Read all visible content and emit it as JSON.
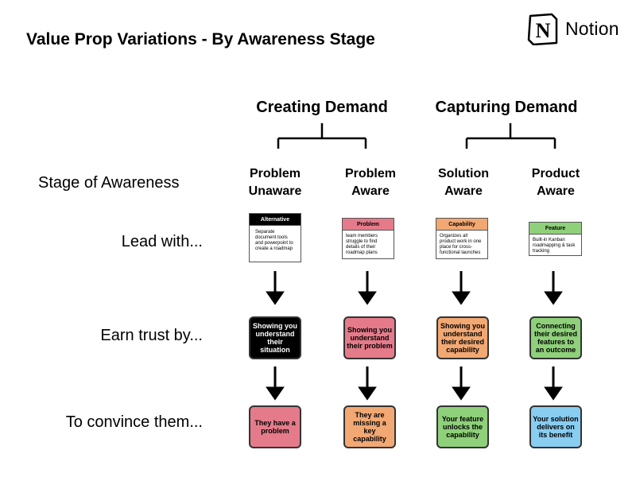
{
  "title": "Value Prop Variations - By Awareness Stage",
  "brand": {
    "name": "Notion",
    "icon": "notion-logo-icon"
  },
  "groups": [
    {
      "label": "Creating Demand"
    },
    {
      "label": "Capturing Demand"
    }
  ],
  "row_labels": {
    "stage": "Stage of Awareness",
    "lead": "Lead with...",
    "earn": "Earn trust by...",
    "convince": "To convince them..."
  },
  "stages": [
    {
      "head_line1": "Problem",
      "head_line2": "Unaware",
      "card_title": "Alternative",
      "card_text": "Separate document tools and powerpoint to create a roadmap",
      "trust": "Showing you understand their situation",
      "convince": "They have a problem",
      "colors": {
        "card_head": "#000000",
        "card_head_text": "#ffffff",
        "trust": "#000000",
        "trust_text": "#ffffff",
        "convince": "#e57b8a"
      }
    },
    {
      "head_line1": "Problem",
      "head_line2": "Aware",
      "card_title": "Problem",
      "card_text": "team members struggle to find details of their roadmap plans",
      "trust": "Showing you understand their problem",
      "convince": "They are missing a key capability",
      "colors": {
        "card_head": "#e57b8a",
        "card_head_text": "#000000",
        "trust": "#e57b8a",
        "trust_text": "#000000",
        "convince": "#f2a873"
      }
    },
    {
      "head_line1": "Solution",
      "head_line2": "Aware",
      "card_title": "Capability",
      "card_text": "Organizes all product work in one place for cross-functional launches",
      "trust": "Showing you understand their desired capability",
      "convince": "Your feature unlocks the capability",
      "colors": {
        "card_head": "#f2a873",
        "card_head_text": "#000000",
        "trust": "#f2a873",
        "trust_text": "#000000",
        "convince": "#8fd07a"
      }
    },
    {
      "head_line1": "Product",
      "head_line2": "Aware",
      "card_title": "Feature",
      "card_text": "Built-in Kanban roadmapping & task tracking",
      "trust": "Connecting their desired features to an outcome",
      "convince": "Your solution delivers on its benefit",
      "colors": {
        "card_head": "#8fd07a",
        "card_head_text": "#000000",
        "trust": "#8fd07a",
        "trust_text": "#000000",
        "convince": "#89cdf1"
      }
    }
  ],
  "colors": {
    "line": "#000000",
    "box_border": "#333333"
  }
}
